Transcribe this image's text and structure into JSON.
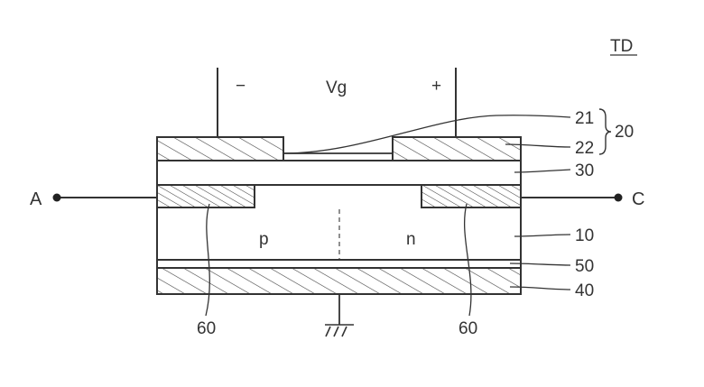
{
  "figure": {
    "id_label": "TD",
    "gate": {
      "minus": "−",
      "voltage": "Vg",
      "plus": "+"
    },
    "terminals": {
      "left": "A",
      "right": "C"
    },
    "regions": {
      "p": "p",
      "n": "n"
    },
    "refs": {
      "r21": "21",
      "r20": "20",
      "r22": "22",
      "r30": "30",
      "r10": "10",
      "r50": "50",
      "r40": "40",
      "r60_left": "60",
      "r60_right": "60"
    }
  }
}
